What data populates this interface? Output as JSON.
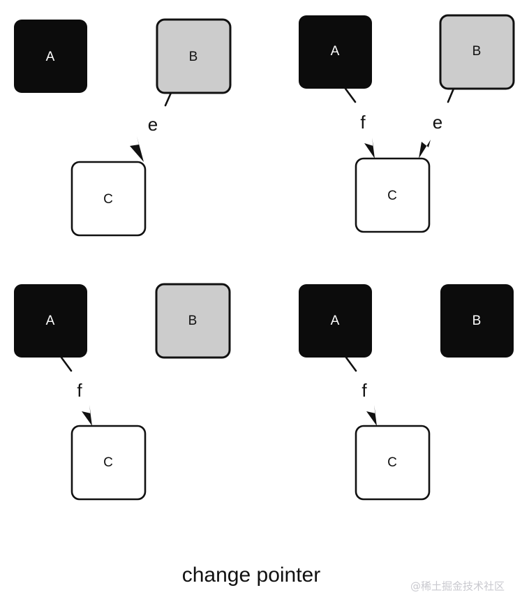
{
  "diagram": {
    "caption": "change pointer",
    "watermark": "@稀土掘金技术社区",
    "colors": {
      "black": "#0c0c0c",
      "gray": "#cccccc",
      "white": "#ffffff",
      "stroke": "#111111",
      "label_on_dark": "#ffffff",
      "label_on_light": "#111111",
      "watermark": "#c9c9cf",
      "background": "#ffffff"
    },
    "panels": [
      {
        "id": "panel-top-left",
        "nodes": [
          {
            "id": "a",
            "label": "A",
            "fill": "black",
            "bordered": false
          },
          {
            "id": "b",
            "label": "B",
            "fill": "gray",
            "bordered": true
          },
          {
            "id": "c",
            "label": "C",
            "fill": "white",
            "bordered": true
          }
        ],
        "edges": [
          {
            "id": "edge-e",
            "label": "e",
            "from": "b",
            "to": "c"
          }
        ]
      },
      {
        "id": "panel-top-right",
        "nodes": [
          {
            "id": "a",
            "label": "A",
            "fill": "black",
            "bordered": false
          },
          {
            "id": "b",
            "label": "B",
            "fill": "gray",
            "bordered": true
          },
          {
            "id": "c",
            "label": "C",
            "fill": "white",
            "bordered": true
          }
        ],
        "edges": [
          {
            "id": "edge-f",
            "label": "f",
            "from": "a",
            "to": "c"
          },
          {
            "id": "edge-e",
            "label": "e",
            "from": "b",
            "to": "c"
          }
        ]
      },
      {
        "id": "panel-bottom-left",
        "nodes": [
          {
            "id": "a",
            "label": "A",
            "fill": "black",
            "bordered": false
          },
          {
            "id": "b",
            "label": "B",
            "fill": "gray",
            "bordered": true
          },
          {
            "id": "c",
            "label": "C",
            "fill": "white",
            "bordered": true
          }
        ],
        "edges": [
          {
            "id": "edge-f",
            "label": "f",
            "from": "a",
            "to": "c"
          }
        ]
      },
      {
        "id": "panel-bottom-right",
        "nodes": [
          {
            "id": "a",
            "label": "A",
            "fill": "black",
            "bordered": false
          },
          {
            "id": "b",
            "label": "B",
            "fill": "black",
            "bordered": false
          },
          {
            "id": "c",
            "label": "C",
            "fill": "white",
            "bordered": true
          }
        ],
        "edges": [
          {
            "id": "edge-f",
            "label": "f",
            "from": "a",
            "to": "c"
          }
        ]
      }
    ]
  }
}
